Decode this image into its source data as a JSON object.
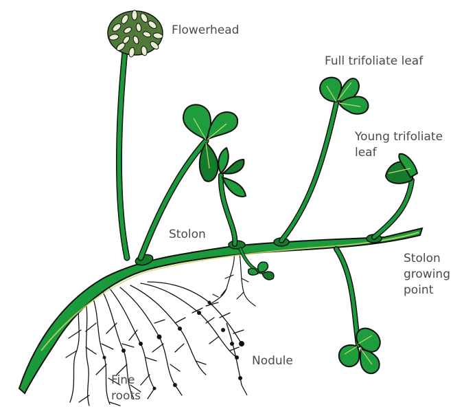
{
  "labels": {
    "flowerhead": "Flowerhead",
    "full_leaf": "Full trifoliate leaf",
    "young_leaf": [
      "Young trifoliate",
      "leaf"
    ],
    "stolon": "Stolon",
    "growing_point": [
      "Stolon",
      "growing",
      "point"
    ],
    "nodule": "Nodule",
    "fine_roots": [
      "Fine",
      "roots"
    ]
  },
  "colors": {
    "stem": "#1a9a3a",
    "leaf": "#1f9c3c",
    "leaf_dark": "#157a2c",
    "highlight": "#c7dc6a",
    "outline": "#111111",
    "flower": "#e9efd2",
    "label": "#4a4a4a"
  }
}
